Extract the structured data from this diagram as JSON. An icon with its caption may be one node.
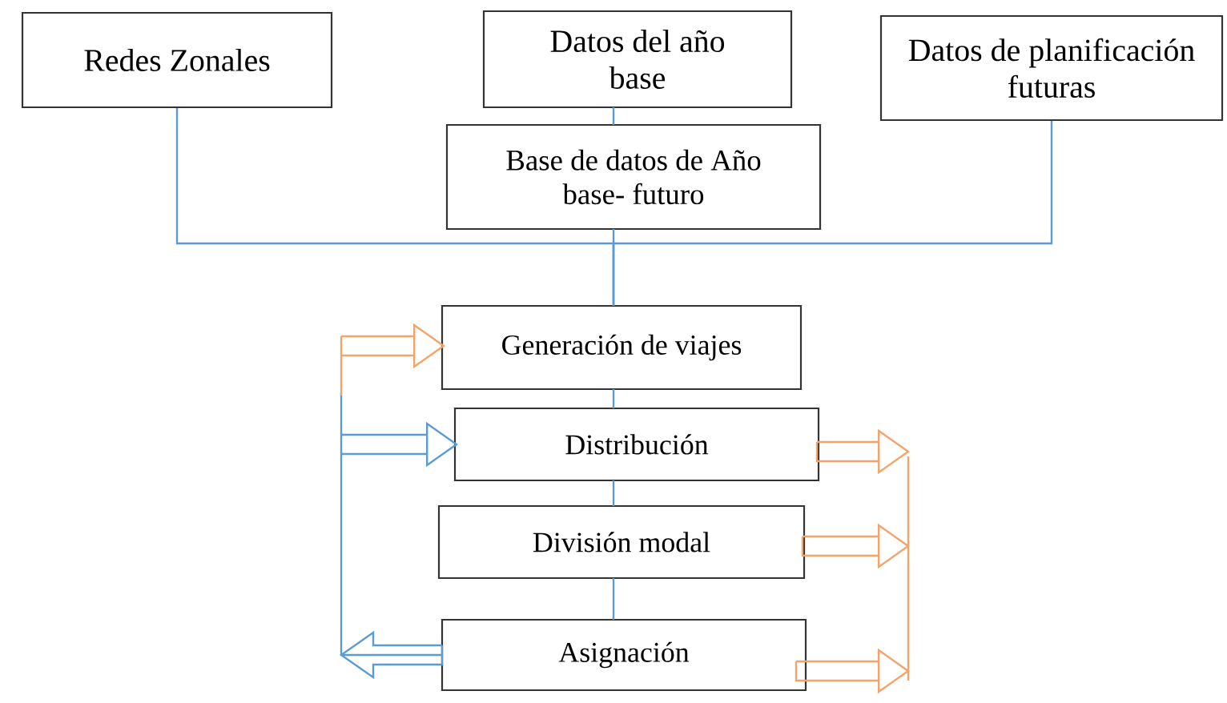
{
  "diagram": {
    "nodes": [
      {
        "text": [
          "Redes Zonales"
        ]
      },
      {
        "text": [
          "Datos del año base"
        ]
      },
      {
        "text": [
          "Datos de planificación futuras"
        ]
      },
      {
        "text": [
          "Base de datos de Año base- futuro"
        ]
      },
      {
        "text": [
          "Generación de viajes"
        ]
      },
      {
        "text": [
          "Distribución"
        ]
      },
      {
        "text": [
          "División modal"
        ]
      },
      {
        "text": [
          "Asignación"
        ]
      }
    ],
    "edges": [
      {
        "from": 1,
        "to": 3,
        "arrow": "none"
      },
      {
        "from": 0,
        "to": 4,
        "arrow": "none"
      },
      {
        "from": 2,
        "to": 4,
        "arrow": "none"
      },
      {
        "from": 3,
        "to": 4,
        "arrow": "none"
      },
      {
        "from": 4,
        "to": 5,
        "arrow": "none"
      },
      {
        "from": 5,
        "to": 6,
        "arrow": "none"
      },
      {
        "from": 6,
        "to": 7,
        "arrow": "none"
      },
      {
        "from": 7,
        "to": 5,
        "arrow": "to"
      },
      {
        "from": null,
        "to": 4,
        "arrow": "to",
        "color": "#f4a46a"
      },
      {
        "from": 5,
        "to": null,
        "arrow": "to",
        "color": "#f4a46a"
      },
      {
        "from": 6,
        "to": null,
        "arrow": "to",
        "color": "#f4a46a"
      },
      {
        "from": 7,
        "to": null,
        "arrow": "to",
        "color": "#f4a46a"
      }
    ]
  }
}
